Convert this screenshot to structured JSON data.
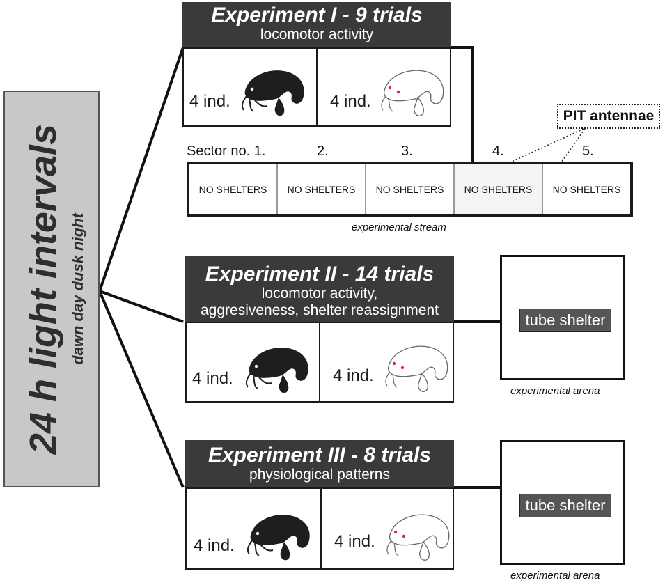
{
  "sidebar": {
    "title": "24 h light intervals",
    "subtitle": "dawn day dusk night"
  },
  "experiments": [
    {
      "title": "Experiment I - 9 trials",
      "subtitle": "locomotor activity",
      "group_dark": "4 ind.",
      "group_light": "4 ind."
    },
    {
      "title": "Experiment II - 14 trials",
      "subtitle_line1": "locomotor activity,",
      "subtitle_line2": "aggresiveness, shelter reassignment",
      "group_dark": "4 ind.",
      "group_light": "4 ind."
    },
    {
      "title": "Experiment III - 8 trials",
      "subtitle": "physiological patterns",
      "group_dark": "4 ind.",
      "group_light": "4 ind."
    }
  ],
  "stream": {
    "sector_numbers": [
      "Sector no. 1.",
      "2.",
      "3.",
      "4.",
      "5."
    ],
    "sectors": [
      "NO SHELTERS",
      "NO SHELTERS",
      "NO SHELTERS",
      "NO SHELTERS",
      "NO SHELTERS"
    ],
    "caption": "experimental stream"
  },
  "pit_antennae": "PIT antennae",
  "arenas": [
    {
      "shelter": "tube shelter",
      "caption": "experimental arena"
    },
    {
      "shelter": "tube shelter",
      "caption": "experimental arena"
    }
  ],
  "colors": {
    "header_bg": "#3a3a3a",
    "sidebar_bg": "#c8c8c8",
    "fish_dark": "#1e1e1e",
    "fish_eye_light": "#e0224a"
  }
}
